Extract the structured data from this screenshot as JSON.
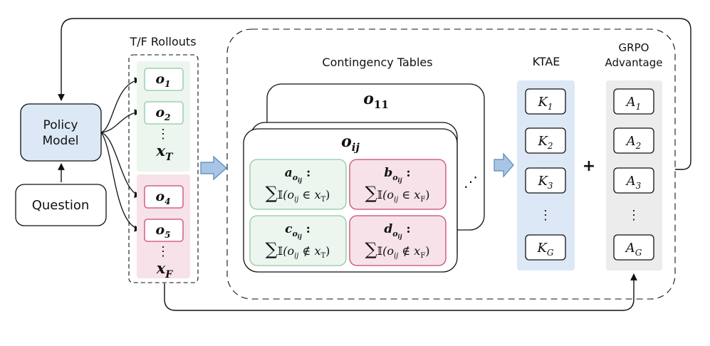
{
  "labels": {
    "policy_line1": "Policy",
    "policy_line2": "Model",
    "question": "Question",
    "rollouts_title": "T/F Rollouts",
    "contingency_title": "Contingency Tables",
    "ktae_title": "KTAE",
    "grpo_line1": "GRPO",
    "grpo_line2": "Advantage",
    "plus": "+"
  },
  "rollouts": {
    "true_items": [
      {
        "var": "o",
        "sub": "1"
      },
      {
        "var": "o",
        "sub": "2"
      }
    ],
    "true_ellipsis": "⋮",
    "true_label": {
      "var": "x",
      "sub": "T"
    },
    "false_items": [
      {
        "var": "o",
        "sub": "4"
      },
      {
        "var": "o",
        "sub": "5"
      }
    ],
    "false_ellipsis": "⋮",
    "false_label": {
      "var": "x",
      "sub": "F"
    }
  },
  "contingency": {
    "back_card": {
      "var": "o",
      "sub": "11"
    },
    "front_card": {
      "var": "o",
      "sub": "ij"
    },
    "side_ellipsis": "⋰",
    "cells": [
      {
        "var": "a",
        "sub": "o",
        "subsub": "ij",
        "colon": ":",
        "sum": "∑",
        "ind": "𝕀",
        "expr": "(o",
        "exprsub": "ij",
        "rel": "∈",
        "target": "x",
        "targetsub": "T",
        "close": ")"
      },
      {
        "var": "b",
        "sub": "o",
        "subsub": "ij",
        "colon": ":",
        "sum": "∑",
        "ind": "𝕀",
        "expr": "(o",
        "exprsub": "ij",
        "rel": "∈",
        "target": "x",
        "targetsub": "F",
        "close": ")"
      },
      {
        "var": "c",
        "sub": "o",
        "subsub": "ij",
        "colon": ":",
        "sum": "∑",
        "ind": "𝕀",
        "expr": "(o",
        "exprsub": "ij",
        "rel": "∉",
        "target": "x",
        "targetsub": "T",
        "close": ")"
      },
      {
        "var": "d",
        "sub": "o",
        "subsub": "ij",
        "colon": ":",
        "sum": "∑",
        "ind": "𝕀",
        "expr": "(o",
        "exprsub": "ij",
        "rel": "∉",
        "target": "x",
        "targetsub": "F",
        "close": ")"
      }
    ]
  },
  "ktae": {
    "items": [
      {
        "var": "K",
        "sub": "1"
      },
      {
        "var": "K",
        "sub": "2"
      },
      {
        "var": "K",
        "sub": "3"
      },
      {
        "var": "K",
        "sub": "G"
      }
    ],
    "ellipsis": "⋮"
  },
  "grpo": {
    "items": [
      {
        "var": "A",
        "sub": "1"
      },
      {
        "var": "A",
        "sub": "2"
      },
      {
        "var": "A",
        "sub": "3"
      },
      {
        "var": "A",
        "sub": "G"
      }
    ],
    "ellipsis": "⋮"
  },
  "colors": {
    "policy_fill": "#dce8f5",
    "true_fill": "#edf5ef",
    "true_border": "#8cc9a4",
    "false_fill": "#f6e2e8",
    "false_border": "#c94a6c",
    "ktae_fill": "#dce8f5",
    "grpo_fill": "#ececec",
    "arrow_fill": "#a9c5e6",
    "arrow_stroke": "#5b86b8",
    "ink": "#111111"
  }
}
